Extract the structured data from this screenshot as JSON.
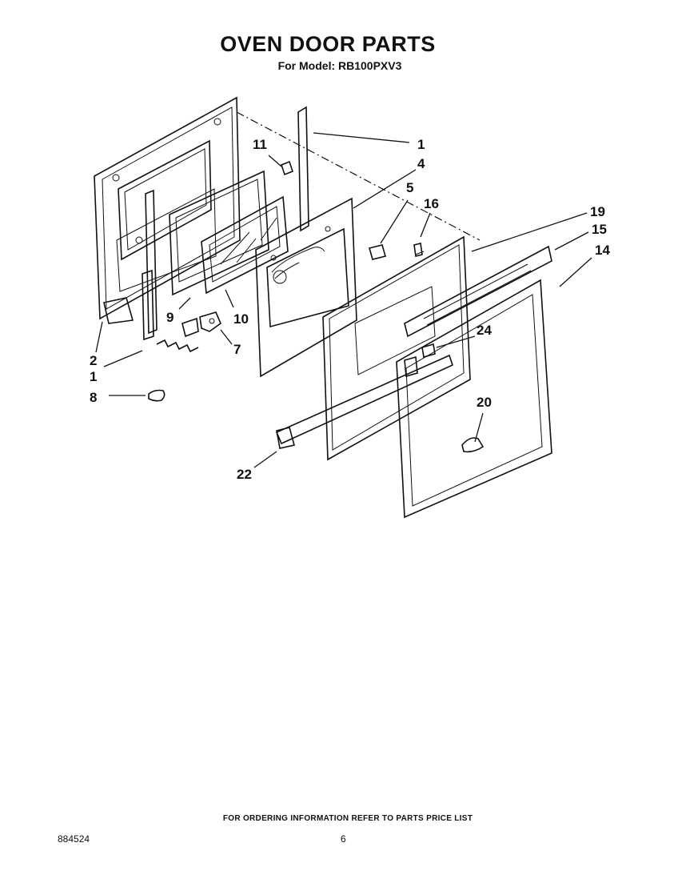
{
  "header": {
    "title": "OVEN DOOR PARTS",
    "subtitle": "For Model: RB100PXV3"
  },
  "callouts": {
    "c1_top": "1",
    "c11": "11",
    "c4": "4",
    "c5": "5",
    "c16": "16",
    "c19": "19",
    "c15": "15",
    "c14": "14",
    "c9": "9",
    "c10": "10",
    "c2": "2",
    "c7": "7",
    "c1_bottom": "1",
    "c8": "8",
    "c24": "24",
    "c20": "20",
    "c22": "22"
  },
  "footer": {
    "note": "FOR ORDERING INFORMATION REFER TO PARTS PRICE LIST",
    "doc_number": "884524",
    "page_number": "6"
  }
}
